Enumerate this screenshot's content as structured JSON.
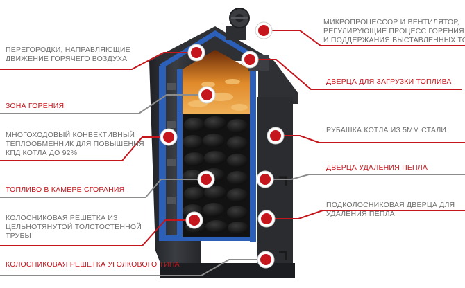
{
  "labels": {
    "microprocessor": [
      "МИКРОПРОЦЕССОР И ВЕНТИЛЯТОР,",
      "РЕГУЛИРУЮЩИЕ ПРОЦЕСС ГОРЕНИЯ",
      "И ПОДДЕРЖАНИЯ ВЫСТАВЛЕННЫХ ТО"
    ],
    "partitions": [
      "ПЕРЕГОРОДКИ, НАПРАВЛЯЮЩИЕ",
      "ДВИЖЕНИЕ ГОРЯЧЕГО ВОЗДУХА"
    ],
    "fuel_door": "ДВЕРЦА ДЛЯ ЗАГРУЗКИ ТОПЛИВА",
    "combustion_zone": "ЗОНА ГОРЕНИЯ",
    "heat_exchanger": [
      "МНОГОХОДОВЫЙ КОНВЕКТИВНЫЙ",
      "ТЕПЛООБМЕННИК ДЛЯ ПОВЫШЕНИЯ",
      "КПД КОТЛА ДО 92%"
    ],
    "jacket": "РУБАШКА КОТЛА ИЗ 5ММ СТАЛИ",
    "ash_door": "ДВЕРЦА УДАЛЕНИЯ ПЕПЛА",
    "fuel_chamber": "ТОПЛИВО В КАМЕРЕ СГОРАНИЯ",
    "grate_solid": [
      "КОЛОСНИКОВАЯ РЕШЕТКА ИЗ",
      "ЦЕЛЬНОТЯНУТОЙ ТОЛСТОСТЕННОЙ",
      "ТРУБЫ"
    ],
    "under_grate_door": [
      "ПОДКОЛОСНИКОВАЯ ДВЕРЦА ДЛЯ",
      "УДАЛЕНИЯ ПЕПЛА"
    ],
    "grate_angle": "КОЛОСНИКОВАЯ РЕШЕТКА УГОЛКОВОГО ТИПА"
  },
  "colors": {
    "accent_red": "#c4161c",
    "text_gray": "#6e6e6e",
    "line_gray": "#8c8c8c",
    "boiler_body": "#2a2c30",
    "water_jacket_blue": "#2b5fb8",
    "fire_orange": "#d9791c",
    "coal_black": "#141414"
  }
}
